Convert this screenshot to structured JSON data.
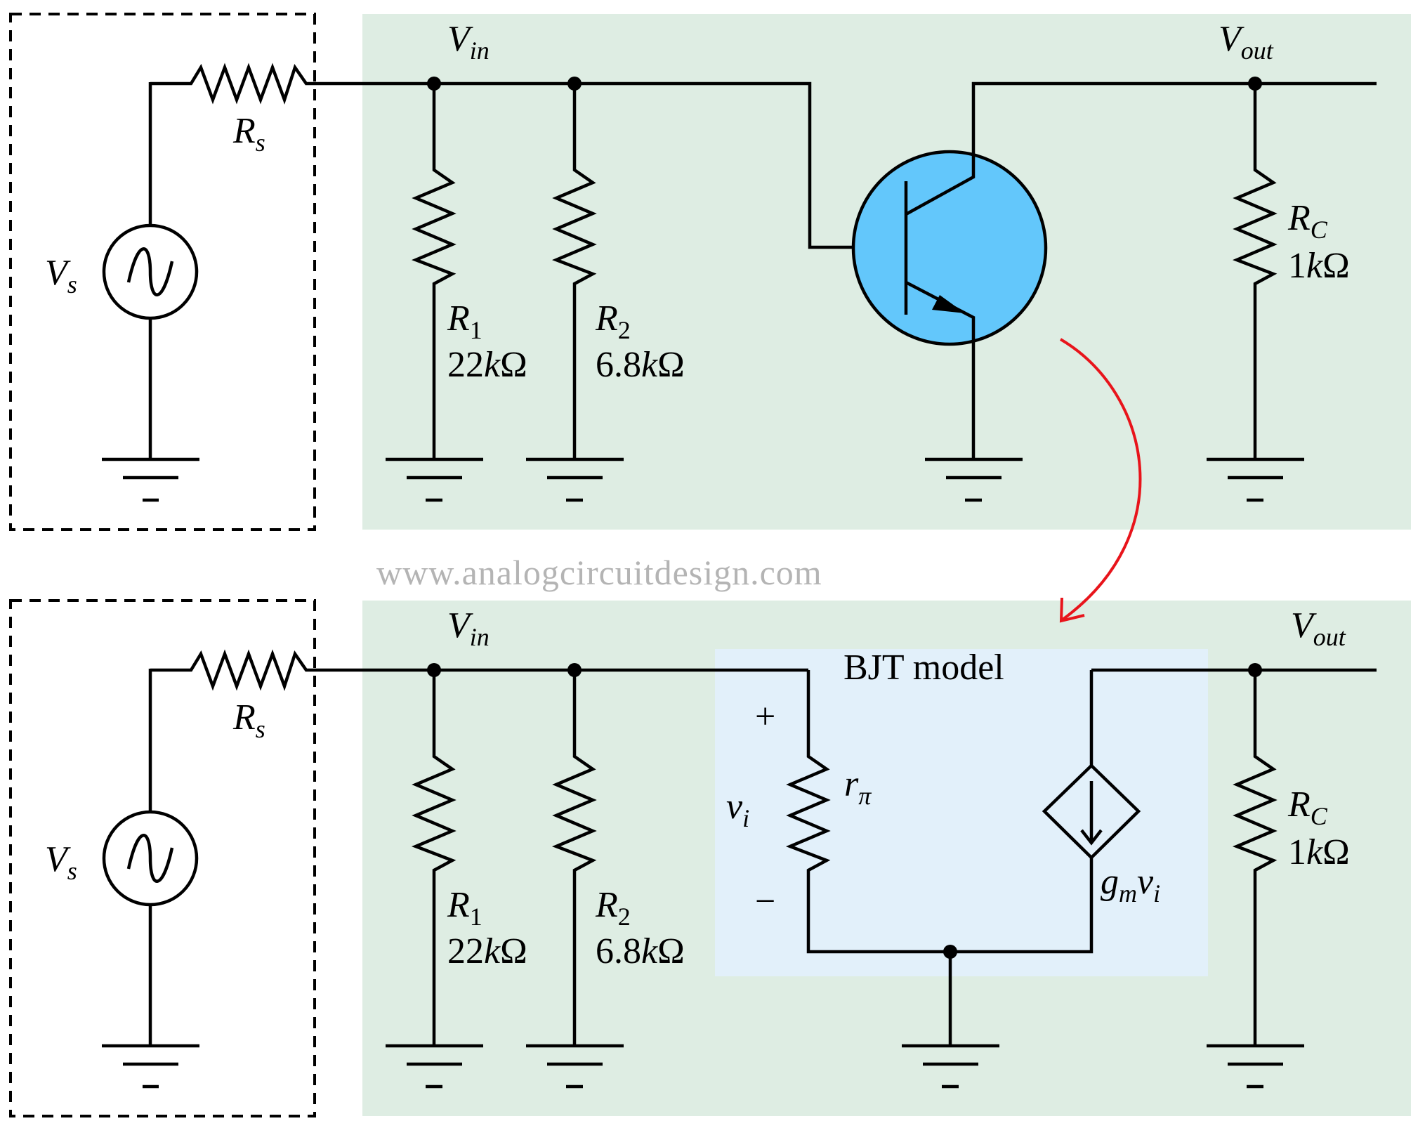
{
  "watermark": "www.analogcircuitdesign.com",
  "colors": {
    "amplifier_region": "#deede3",
    "model_region": "#e2f0fa",
    "transistor_fill": "#63c7fb",
    "arrow": "#e8141b",
    "wire": "#000000"
  },
  "top_circuit": {
    "source": {
      "symbol": "V",
      "sub": "s",
      "icon": "ac-source-icon"
    },
    "source_resistor": {
      "symbol": "R",
      "sub": "s"
    },
    "input_node": {
      "symbol": "V",
      "sub": "in"
    },
    "output_node": {
      "symbol": "V",
      "sub": "out"
    },
    "r1": {
      "symbol": "R",
      "sub": "1",
      "value_num": "22",
      "value_unit_k": "k",
      "value_ohm": "Ω"
    },
    "r2": {
      "symbol": "R",
      "sub": "2",
      "value_num": "6.8",
      "value_unit_k": "k",
      "value_ohm": "Ω"
    },
    "rc": {
      "symbol": "R",
      "sub": "C",
      "value_num": "1",
      "value_unit_k": "k",
      "value_ohm": "Ω"
    },
    "transistor": {
      "icon": "npn-bjt-icon"
    },
    "ground_mark": "-"
  },
  "bottom_circuit": {
    "source": {
      "symbol": "V",
      "sub": "s",
      "icon": "ac-source-icon"
    },
    "source_resistor": {
      "symbol": "R",
      "sub": "s"
    },
    "input_node": {
      "symbol": "V",
      "sub": "in"
    },
    "output_node": {
      "symbol": "V",
      "sub": "out"
    },
    "r1": {
      "symbol": "R",
      "sub": "1",
      "value_num": "22",
      "value_unit_k": "k",
      "value_ohm": "Ω"
    },
    "r2": {
      "symbol": "R",
      "sub": "2",
      "value_num": "6.8",
      "value_unit_k": "k",
      "value_ohm": "Ω"
    },
    "rc": {
      "symbol": "R",
      "sub": "C",
      "value_num": "1",
      "value_unit_k": "k",
      "value_ohm": "Ω"
    },
    "model": {
      "title": "BJT model",
      "plus": "+",
      "minus": "−",
      "vi": {
        "symbol": "v",
        "sub": "i"
      },
      "rpi": {
        "symbol": "r",
        "sub": "π"
      },
      "gm": {
        "g": "g",
        "g_sub": "m",
        "v": "v",
        "v_sub": "i"
      },
      "current_source_icon": "dependent-current-source-icon"
    },
    "ground_mark": "-"
  }
}
